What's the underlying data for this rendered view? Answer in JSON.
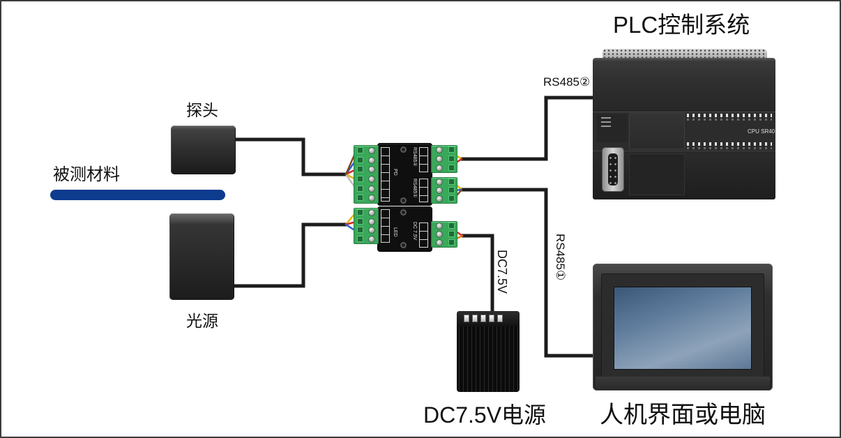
{
  "labels": {
    "plc": "PLC控制系统",
    "probe": "探头",
    "material": "被测材料",
    "light_source": "光源",
    "power_supply": "DC7.5V电源",
    "hmi": "人机界面或电脑"
  },
  "connections": {
    "plc_link": "RS485②",
    "hmi_link": "RS485①",
    "power_link": "DC7.5V"
  },
  "controller": {
    "ports": {
      "pd": "PD",
      "led": "LED",
      "rs485_2": "RS485②",
      "rs485_1": "RS485①",
      "dc_in": "DC 7.5V"
    }
  },
  "plc": {
    "model": "CPU SR40"
  },
  "colors": {
    "background": "#ffffff",
    "frame": "#3c3c3c",
    "cable": "#1c1c1c",
    "material_bar": "#0d3b8e",
    "terminal_green": "#3aa85a",
    "device_dark": "#2a2a2a",
    "screen": "#5f7c9c",
    "text": "#111111"
  }
}
